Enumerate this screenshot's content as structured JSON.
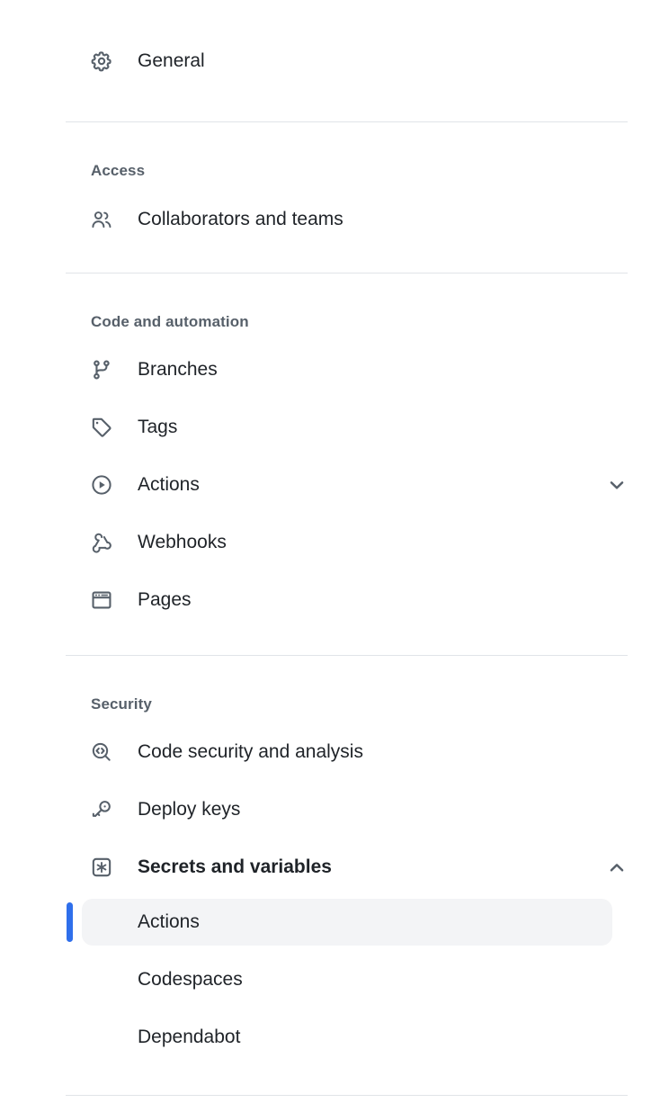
{
  "sidebar": {
    "groups": [
      {
        "id": "top",
        "title": null,
        "items": [
          {
            "label": "General",
            "icon": "gear-icon",
            "name": "sidebar-item-general",
            "expandable": false,
            "bold": false
          }
        ]
      },
      {
        "id": "access",
        "title": "Access",
        "items": [
          {
            "label": "Collaborators and teams",
            "icon": "people-icon",
            "name": "sidebar-item-collaborators-and-teams",
            "expandable": false,
            "bold": false
          }
        ]
      },
      {
        "id": "code-and-automation",
        "title": "Code and automation",
        "items": [
          {
            "label": "Branches",
            "icon": "git-branch-icon",
            "name": "sidebar-item-branches",
            "expandable": false,
            "bold": false
          },
          {
            "label": "Tags",
            "icon": "tag-icon",
            "name": "sidebar-item-tags",
            "expandable": false,
            "bold": false
          },
          {
            "label": "Actions",
            "icon": "play-circle-icon",
            "name": "sidebar-item-actions",
            "expandable": true,
            "expanded": false,
            "bold": false
          },
          {
            "label": "Webhooks",
            "icon": "webhook-icon",
            "name": "sidebar-item-webhooks",
            "expandable": false,
            "bold": false
          },
          {
            "label": "Pages",
            "icon": "browser-window-icon",
            "name": "sidebar-item-pages",
            "expandable": false,
            "bold": false
          }
        ]
      },
      {
        "id": "security",
        "title": "Security",
        "items": [
          {
            "label": "Code security and analysis",
            "icon": "code-search-icon",
            "name": "sidebar-item-code-security-and-analysis",
            "expandable": false,
            "bold": false
          },
          {
            "label": "Deploy keys",
            "icon": "key-icon",
            "name": "sidebar-item-deploy-keys",
            "expandable": false,
            "bold": false
          },
          {
            "label": "Secrets and variables",
            "icon": "asterisk-square-icon",
            "name": "sidebar-item-secrets-and-variables",
            "expandable": true,
            "expanded": true,
            "bold": true,
            "children": [
              {
                "label": "Actions",
                "name": "sidebar-subitem-actions",
                "selected": true
              },
              {
                "label": "Codespaces",
                "name": "sidebar-subitem-codespaces",
                "selected": false
              },
              {
                "label": "Dependabot",
                "name": "sidebar-subitem-dependabot",
                "selected": false
              }
            ]
          }
        ]
      }
    ],
    "colors": {
      "accent": "#2f6feb",
      "selected_background": "#f3f4f6",
      "divider": "#e1e4e8",
      "icon": "#57606a",
      "group_title": "#57606a",
      "text": "#1f2328"
    }
  }
}
